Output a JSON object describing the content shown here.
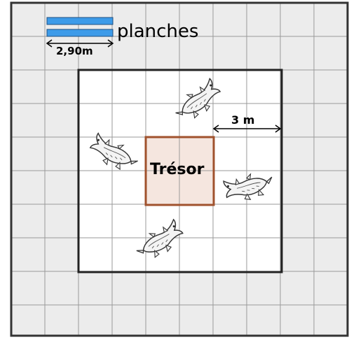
{
  "plank_label": "planches",
  "plank_length": "2,90m",
  "moat_width": "3 m",
  "treasure": "Trésor",
  "icons": [
    "crocodile-icon",
    "crocodile-icon",
    "crocodile-icon",
    "crocodile-icon"
  ],
  "colors": {
    "grid_line": "#9a9a9a",
    "outer_fill": "#ececec",
    "moat_fill": "#ffffff",
    "treasure_fill": "#f5e6df",
    "treasure_border": "#a0522d",
    "plank_fill": "#3d9be9",
    "plank_border": "#1f4f80"
  }
}
